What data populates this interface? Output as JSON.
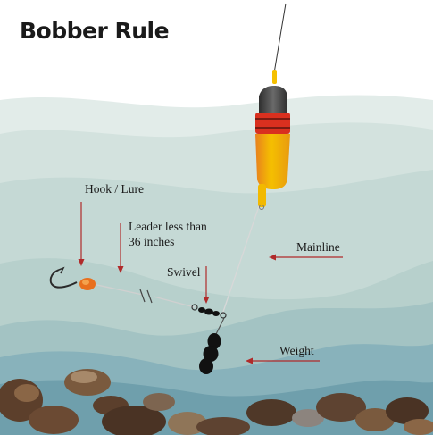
{
  "title": "Bobber Rule",
  "labels": {
    "hook": "Hook / Lure",
    "leader_line1": "Leader less than",
    "leader_line2": "36 inches",
    "swivel": "Swivel",
    "mainline": "Mainline",
    "weight": "Weight"
  },
  "colors": {
    "arrow": "#b02a2a",
    "bobber_yellow": "#f5c000",
    "bobber_orange": "#e8801e",
    "bobber_red": "#d9301f",
    "bobber_cap": "#4a4a4a",
    "lure": "#e8701e",
    "water_light": "#d8e6e2",
    "water_dark": "#7fa6b0",
    "rock": "#6b4c34"
  }
}
